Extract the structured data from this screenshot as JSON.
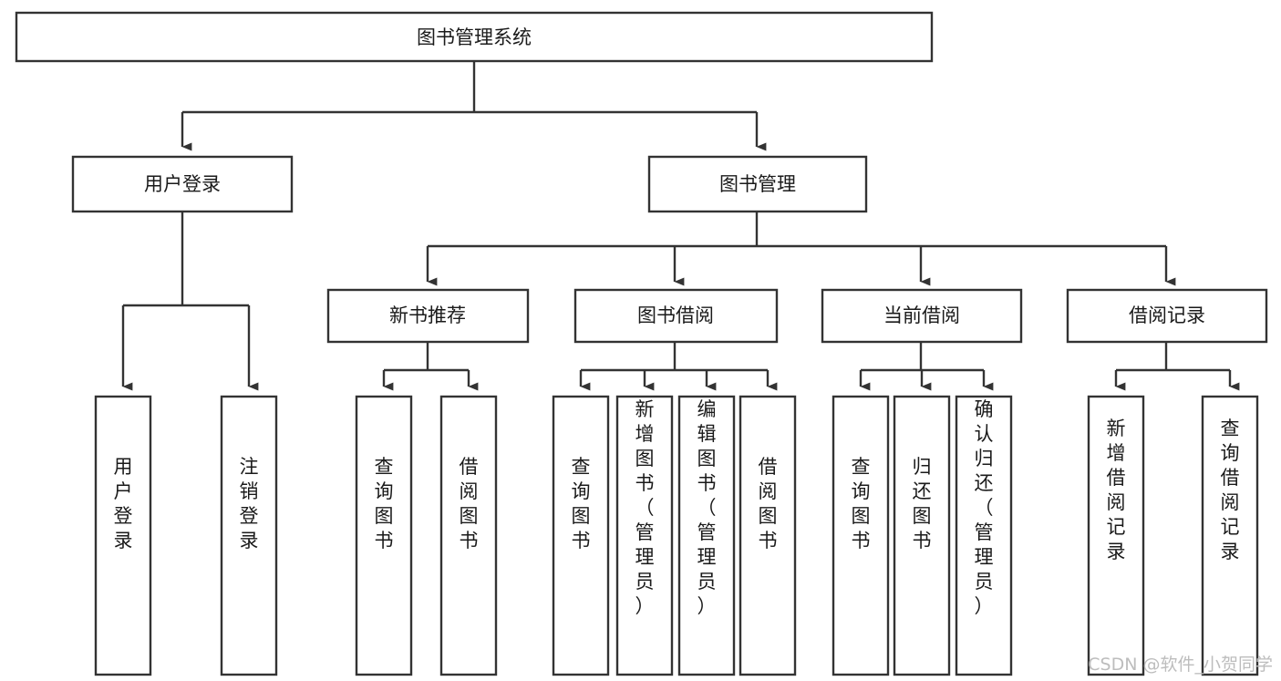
{
  "diagram": {
    "type": "tree-hierarchy",
    "title": "图书管理系统",
    "orientation": "top-down",
    "colors": {
      "stroke": "#333333",
      "fill": "#ffffff",
      "text": "#1a1a1a",
      "watermark": "#bdbdbd"
    },
    "nodes": {
      "root": {
        "label": "图书管理系统"
      },
      "level2": [
        {
          "label": "用户登录"
        },
        {
          "label": "图书管理"
        }
      ],
      "level3": [
        {
          "label": "新书推荐"
        },
        {
          "label": "图书借阅"
        },
        {
          "label": "当前借阅"
        },
        {
          "label": "借阅记录"
        }
      ],
      "leaves_user_login": [
        {
          "label": "用户登录"
        },
        {
          "label": "注销登录"
        }
      ],
      "leaves_new_book": [
        {
          "label": "查询图书"
        },
        {
          "label": "借阅图书"
        }
      ],
      "leaves_borrow": [
        {
          "label": "查询图书"
        },
        {
          "label": "新增图书（管理员）"
        },
        {
          "label": "编辑图书（管理员）"
        },
        {
          "label": "借阅图书"
        }
      ],
      "leaves_current": [
        {
          "label": "查询图书"
        },
        {
          "label": "归还图书"
        },
        {
          "label": "确认归还（管理员）"
        }
      ],
      "leaves_records": [
        {
          "label": "新增借阅记录"
        },
        {
          "label": "查询借阅记录"
        }
      ]
    },
    "edges": [
      {
        "from": "图书管理系统",
        "to": "用户登录"
      },
      {
        "from": "图书管理系统",
        "to": "图书管理"
      },
      {
        "from": "用户登录",
        "to": "用户登录"
      },
      {
        "from": "用户登录",
        "to": "注销登录"
      },
      {
        "from": "图书管理",
        "to": "新书推荐"
      },
      {
        "from": "图书管理",
        "to": "图书借阅"
      },
      {
        "from": "图书管理",
        "to": "当前借阅"
      },
      {
        "from": "图书管理",
        "to": "借阅记录"
      },
      {
        "from": "新书推荐",
        "to": "查询图书"
      },
      {
        "from": "新书推荐",
        "to": "借阅图书"
      },
      {
        "from": "图书借阅",
        "to": "查询图书"
      },
      {
        "from": "图书借阅",
        "to": "新增图书（管理员）"
      },
      {
        "from": "图书借阅",
        "to": "编辑图书（管理员）"
      },
      {
        "from": "图书借阅",
        "to": "借阅图书"
      },
      {
        "from": "当前借阅",
        "to": "查询图书"
      },
      {
        "from": "当前借阅",
        "to": "归还图书"
      },
      {
        "from": "当前借阅",
        "to": "确认归还（管理员）"
      },
      {
        "from": "借阅记录",
        "to": "新增借阅记录"
      },
      {
        "from": "借阅记录",
        "to": "查询借阅记录"
      }
    ],
    "watermark": "CSDN @软件_小贺同学"
  }
}
